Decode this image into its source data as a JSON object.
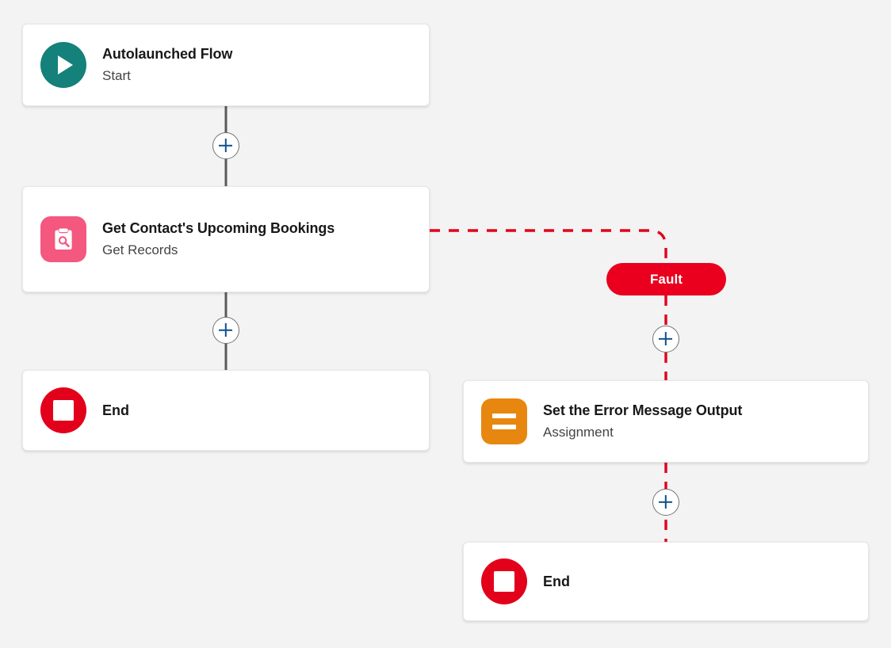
{
  "canvas": {
    "background_color": "#f3f3f3",
    "name": "flow-builder-canvas"
  },
  "nodes": [
    {
      "id": "start",
      "title": "Autolaunched Flow",
      "subtitle": "Start",
      "icon": "play-icon",
      "icon_color": "#14817a"
    },
    {
      "id": "get-records",
      "title": "Get Contact's Upcoming Bookings",
      "subtitle": "Get Records",
      "icon": "clipboard-search-icon",
      "icon_color": "#f4587f"
    },
    {
      "id": "end-main",
      "title": "End",
      "subtitle": "",
      "icon": "stop-icon",
      "icon_color": "#e2001a"
    },
    {
      "id": "assignment",
      "title": "Set the Error Message Output",
      "subtitle": "Assignment",
      "icon": "equals-icon",
      "icon_color": "#e8870f"
    },
    {
      "id": "end-fault",
      "title": "End",
      "subtitle": "",
      "icon": "stop-icon",
      "icon_color": "#e2001a"
    }
  ],
  "badges": {
    "fault": {
      "label": "Fault",
      "color": "#ea001e",
      "text_color": "#ffffff"
    }
  },
  "connectors": {
    "main_path_color": "#5a5a5a",
    "fault_path_color": "#e2001a",
    "fault_path_style": "dashed",
    "add_button_label": "+",
    "add_button_icon": "plus-icon",
    "add_button_color": "#10508c"
  }
}
